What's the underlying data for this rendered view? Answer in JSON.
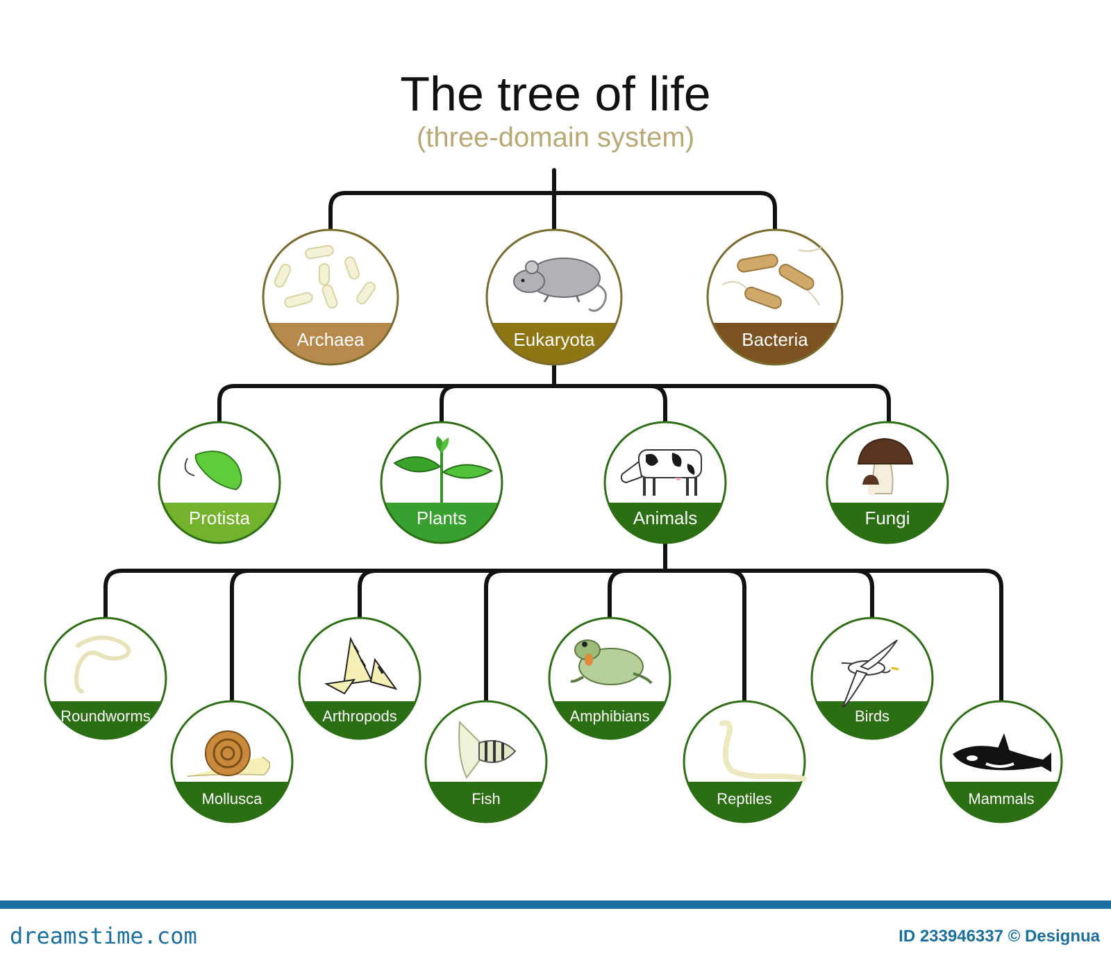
{
  "title": "The tree of life",
  "subtitle": "(three-domain system)",
  "colors": {
    "line": "#111111",
    "archaea_band": "#b8894d",
    "archaea_ring": "#7a6a2e",
    "eukaryota_band": "#8f7614",
    "eukaryota_ring": "#7a6a2e",
    "bacteria_band": "#7b5220",
    "bacteria_ring": "#7a6a2e",
    "light_green_band": "#73b22c",
    "bright_green_band": "#37a02f",
    "dark_green_band": "#2c6e13",
    "green_ring": "#2c6e13"
  },
  "domains": [
    {
      "label": "Archaea",
      "icon": "archaea-cells-icon"
    },
    {
      "label": "Eukaryota",
      "icon": "mouse-icon"
    },
    {
      "label": "Bacteria",
      "icon": "bacteria-icon"
    }
  ],
  "kingdoms": [
    {
      "label": "Protista",
      "icon": "protist-icon"
    },
    {
      "label": "Plants",
      "icon": "plant-sprout-icon"
    },
    {
      "label": "Animals",
      "icon": "cow-icon"
    },
    {
      "label": "Fungi",
      "icon": "mushroom-icon"
    }
  ],
  "animal_groups": [
    {
      "label": "Roundworms",
      "icon": "roundworm-icon"
    },
    {
      "label": "Mollusca",
      "icon": "snail-icon"
    },
    {
      "label": "Arthropods",
      "icon": "butterfly-icon"
    },
    {
      "label": "Fish",
      "icon": "angelfish-icon"
    },
    {
      "label": "Amphibians",
      "icon": "frog-icon"
    },
    {
      "label": "Reptiles",
      "icon": "snake-icon"
    },
    {
      "label": "Birds",
      "icon": "seagull-icon"
    },
    {
      "label": "Mammals",
      "icon": "orca-icon"
    }
  ],
  "footer": {
    "brand": "dreamstime.com",
    "credit": "ID 233946337 © Designua"
  }
}
